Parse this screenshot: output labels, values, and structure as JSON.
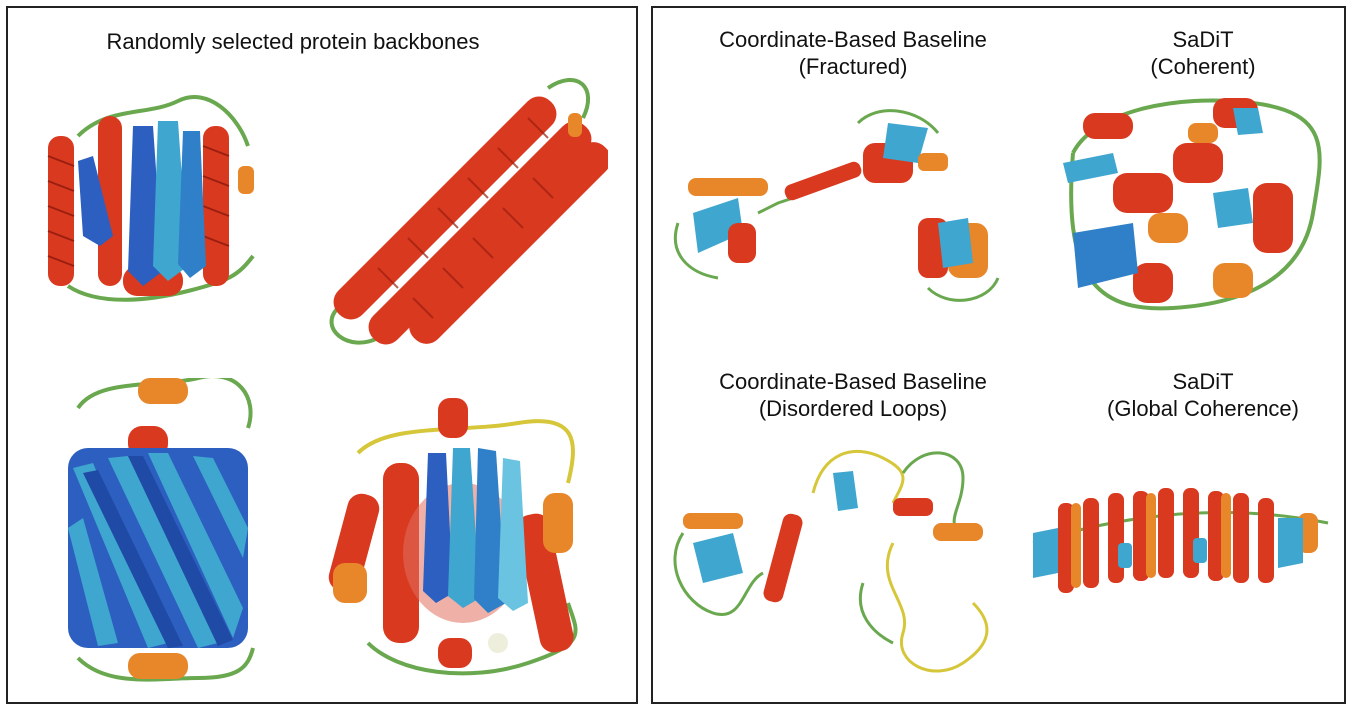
{
  "left_panel": {
    "title": "Randomly selected protein backbones"
  },
  "right_panel": {
    "cells": [
      {
        "line1": "Coordinate-Based Baseline",
        "line2": "(Fractured)"
      },
      {
        "line1": "SaDiT",
        "line2": "(Coherent)"
      },
      {
        "line1": "Coordinate-Based Baseline",
        "line2": "(Disordered Loops)"
      },
      {
        "line1": "SaDiT",
        "line2": "(Global Coherence)"
      }
    ]
  },
  "colors": {
    "helix": "#d9391f",
    "helix_orange": "#e8862a",
    "strand_blue": "#2c5fc0",
    "strand_cyan": "#3fa6cf",
    "loop_green": "#6aa84f",
    "loop_yellow": "#d6c63a"
  }
}
